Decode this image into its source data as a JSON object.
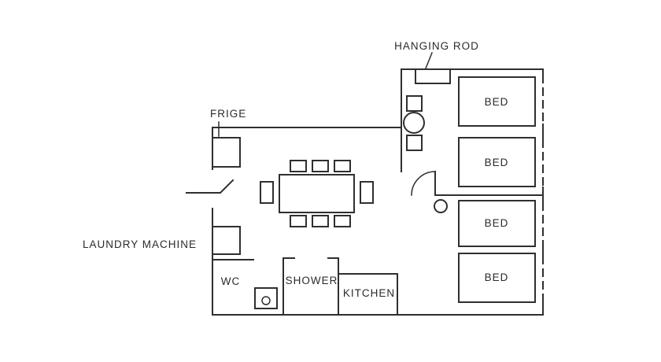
{
  "colors": {
    "line": "#2f2f2f",
    "text": "#2b2b2b",
    "background": "#ffffff"
  },
  "labels": {
    "hanging_rod": "HANGING ROD",
    "frige": "FRIGE",
    "laundry_machine": "LAUNDRY MACHINE",
    "wc": "WC",
    "shower": "SHOWER",
    "kitchen": "KITCHEN"
  },
  "beds": [
    {
      "label": "BED"
    },
    {
      "label": "BED"
    },
    {
      "label": "BED"
    },
    {
      "label": "BED"
    }
  ]
}
